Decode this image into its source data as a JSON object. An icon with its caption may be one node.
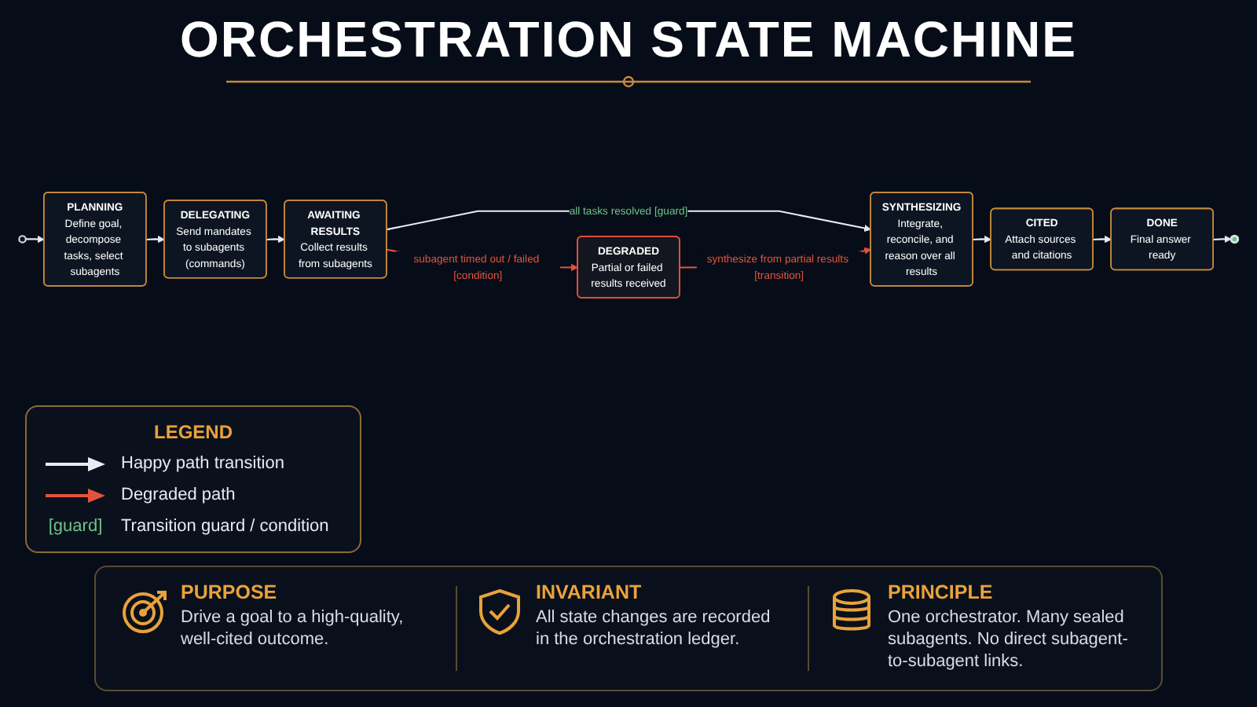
{
  "diagram": {
    "title": "ORCHESTRATION STATE MACHINE",
    "nodes": [
      {
        "text": [],
        "shape": "circle"
      },
      {
        "text": [
          "PLANNING",
          "Define goal, decompose tasks, select subagents"
        ]
      },
      {
        "text": [
          "DELEGATING",
          "Send mandates to subagents (commands)"
        ]
      },
      {
        "text": [
          "AWAITING RESULTS",
          "Collect results from subagents"
        ]
      },
      {
        "text": [
          "SYNTHESIZING",
          "Integrate, reconcile, and reason over all results"
        ]
      },
      {
        "text": [
          "CITED",
          "Attach sources and citations"
        ]
      },
      {
        "text": [
          "DONE",
          "Final answer ready"
        ]
      },
      {
        "text": [],
        "shape": "circle"
      },
      {
        "text": [
          "DEGRADED",
          "Partial or failed results received"
        ]
      }
    ],
    "edges": [
      {
        "from": 0,
        "to": 1,
        "arrow": "to"
      },
      {
        "from": 1,
        "to": 2,
        "arrow": "to"
      },
      {
        "from": 2,
        "to": 3,
        "arrow": "to"
      },
      {
        "from": 3,
        "to": 4,
        "arrow": "to",
        "label": "all tasks resolved [guard]"
      },
      {
        "from": 4,
        "to": 5,
        "arrow": "to"
      },
      {
        "from": 5,
        "to": 6,
        "arrow": "to"
      },
      {
        "from": 6,
        "to": 7,
        "arrow": "to"
      },
      {
        "from": 3,
        "to": 8,
        "arrow": "to",
        "label": "subagent timed out / failed [condition]",
        "color": "#e5533d"
      },
      {
        "from": 8,
        "to": 4,
        "arrow": "to",
        "label": "synthesize from partial results [transition]",
        "color": "#e5533d"
      }
    ],
    "labels": [
      "LEGEND",
      "[guard]",
      "PURPOSE",
      "Drive a goal to a high-quality, well-cited outcome.",
      "INVARIANT",
      "All state changes are recorded in the orchestration ledger.",
      "PRINCIPLE",
      "One orchestrator. Many sealed subagents. No direct subagent-to-subagent links."
    ],
    "legend": [
      {
        "text": "Happy path transition"
      },
      {
        "text": "Degraded path"
      },
      {
        "text": "Transition guard / condition"
      }
    ]
  }
}
